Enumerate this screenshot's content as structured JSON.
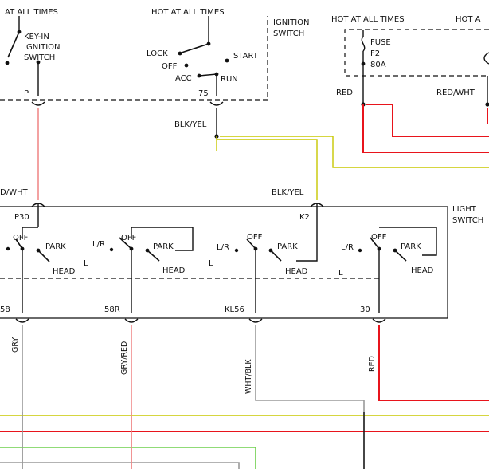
{
  "top_labels": {
    "hot_left": "AT ALL TIMES",
    "hot_mid": "HOT AT ALL TIMES"
  },
  "ignition": {
    "key_in_1": "KEY-IN",
    "key_in_2": "IGNITION",
    "key_in_3": "SWITCH",
    "title_1": "IGNITION",
    "title_2": "SWITCH",
    "lock": "LOCK",
    "off": "OFF",
    "acc": "ACC",
    "start": "START",
    "run": "RUN",
    "pin_p": "P",
    "pin_75": "75"
  },
  "fuse_box": {
    "hot_1": "HOT AT ALL TIMES",
    "hot_2": "HOT A",
    "fuse": "FUSE",
    "fuse_num": "F2",
    "amps": "80A"
  },
  "wires": {
    "red": "RED",
    "red_wht": "RED/WHT",
    "blk_yel_1": "BLK/YEL",
    "blk_yel_2": "BLK/YEL",
    "red_wht_left": "D/WHT",
    "gry": "GRY",
    "gry_red": "GRY/RED",
    "wht_blk": "WHT/BLK",
    "red_bottom": "RED"
  },
  "light_switch": {
    "title_1": "LIGHT",
    "title_2": "SWITCH",
    "pin_p30": "P30",
    "pin_k2": "K2",
    "off_1": "OFF",
    "park_1": "PARK",
    "head_1": "HEAD",
    "lr_2": "L/R",
    "off_2": "OFF",
    "park_2": "PARK",
    "l_2": "L",
    "head_2": "HEAD",
    "lr_3": "L/R",
    "off_3": "OFF",
    "park_3": "PARK",
    "head_3": "HEAD",
    "lr_4": "L/R",
    "off_4": "OFF",
    "park_4": "PARK",
    "l_4": "L",
    "head_4": "HEAD",
    "pin_58": "58",
    "pin_58r": "58R",
    "pin_kl56": "KL56",
    "pin_30": "30"
  },
  "colors": {
    "red_wire": "#e8141c",
    "pink_wire": "#f08a8a",
    "yellow_wire": "#c8c800",
    "gray_wire": "#9a9a9a",
    "green_wire": "#6ccf4a",
    "line": "#111111"
  }
}
